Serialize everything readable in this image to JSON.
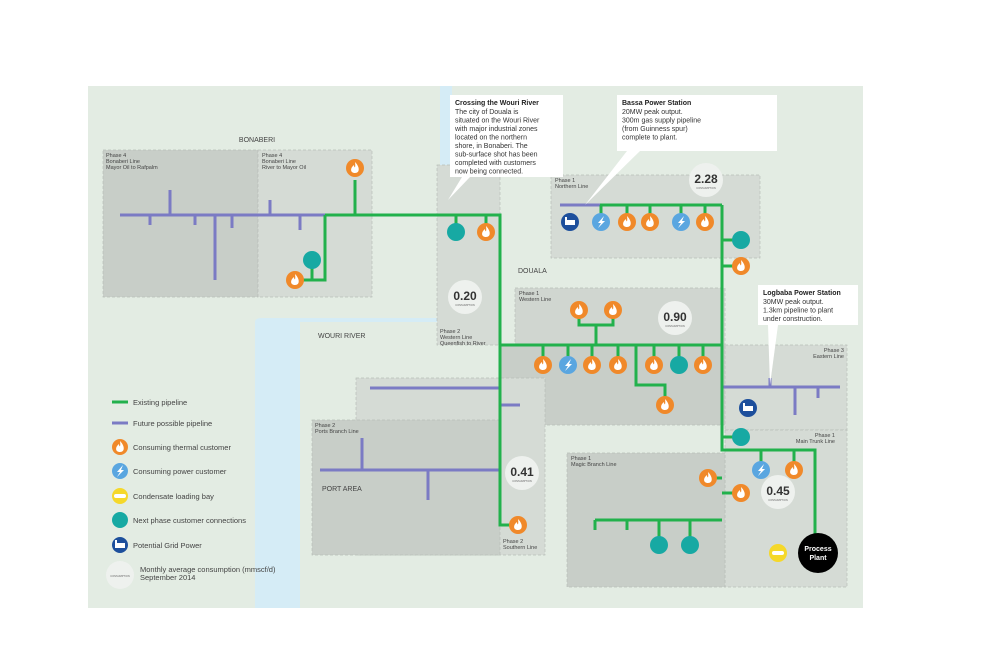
{
  "areas": {
    "bonaberi": "BONABERI",
    "douala": "DOUALA",
    "wouri_river": "WOURI RIVER",
    "port_area": "PORT AREA"
  },
  "zones": [
    {
      "phase": "Phase 4",
      "line": "Bonaberi Line",
      "sub": "Mayor Oil to Rafpalm"
    },
    {
      "phase": "Phase 4",
      "line": "Bonaberi Line",
      "sub": "River to Mayor Oil"
    },
    {
      "phase": "Phase 2",
      "line": "Western Line",
      "sub": "Queenfish to River"
    },
    {
      "phase": "Phase 1",
      "line": "Northern Line"
    },
    {
      "phase": "Phase 1",
      "line": "Western Line"
    },
    {
      "phase": "Phase 3",
      "line": "Eastern Line"
    },
    {
      "phase": "Phase 2",
      "line": "Ports Branch Line"
    },
    {
      "phase": "Phase 2",
      "line": "Southern Line"
    },
    {
      "phase": "Phase 1",
      "line": "Magic Branch Line"
    },
    {
      "phase": "Phase 1",
      "line": "Main Trunk Line"
    }
  ],
  "callouts": {
    "wouri": {
      "title": "Crossing the Wouri River",
      "lines": [
        "The city of Douala is",
        "situated on the Wouri River",
        "with major industrial zones",
        "located on the northern",
        "shore, in Bonaberi. The",
        "sub-surface shot has been",
        "completed with customers",
        "now being connected."
      ]
    },
    "bassa": {
      "title": "Bassa Power Station",
      "lines": [
        "20MW peak output.",
        "300m gas supply pipeline",
        "(from Guinness spur)",
        "complete to plant."
      ]
    },
    "logbaba": {
      "title": "Logbaba Power Station",
      "lines": [
        "30MW peak output.",
        "1.3km pipeline to plant",
        "under construction."
      ]
    }
  },
  "consumption": {
    "unit": "CONSUMPTION",
    "northern": "2.28",
    "western_q": "0.20",
    "western": "0.90",
    "southern": "0.41",
    "main": "0.45"
  },
  "process_plant": [
    "Process",
    "Plant"
  ],
  "legend": {
    "existing": "Existing pipeline",
    "future": "Future possible pipeline",
    "thermal": "Consuming thermal customer",
    "power": "Consuming power customer",
    "condensate": "Condensate loading bay",
    "next": "Next phase customer connections",
    "grid": "Potential Grid Power",
    "monthly": [
      "Monthly average consumption (mmscf/d)",
      "September 2014"
    ]
  },
  "colors": {
    "existing": "#22b14c",
    "future": "#7b7bc4",
    "thermal": "#f0892a",
    "power": "#5aa6e0",
    "condensate": "#f5d82a",
    "next": "#17a9a3",
    "grid": "#1d4f9c",
    "river": "#d5ecf6",
    "land": "#e3ece3"
  }
}
